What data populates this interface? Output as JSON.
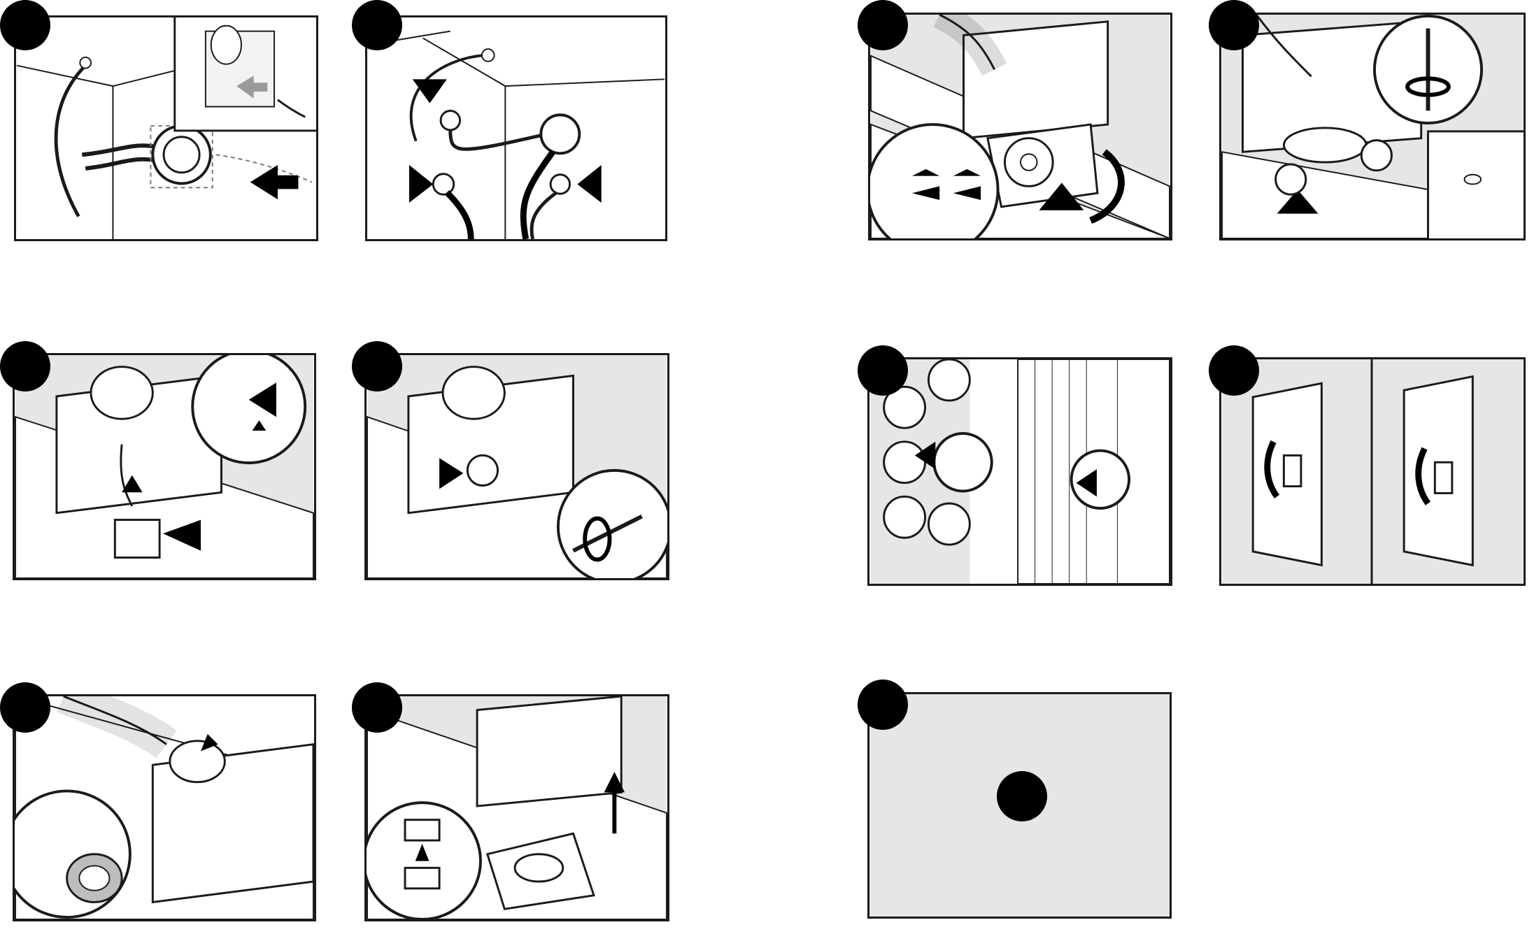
{
  "document": {
    "colors": {
      "line": "#1a1a1a",
      "shade": "#e6e6e6",
      "marker": "#000000"
    },
    "steps": [
      {
        "id": "1",
        "icon": "cable-into-housing-icon"
      },
      {
        "id": "2",
        "icon": "cable-connectors-icon"
      },
      {
        "id": "3",
        "icon": "housing-mount-between-joists-icon"
      },
      {
        "id": "4",
        "icon": "housing-screw-mount-icon"
      },
      {
        "id": "5",
        "icon": "junction-box-insert-icon"
      },
      {
        "id": "6",
        "icon": "junction-box-screw-icon"
      },
      {
        "id": "7",
        "icon": "breaker-on-icon"
      },
      {
        "id": "8",
        "icon": "wall-switch-toggle-icon"
      },
      {
        "id": "9",
        "icon": "duct-tape-connection-icon"
      },
      {
        "id": "10",
        "icon": "plug-motor-assembly-icon"
      },
      {
        "id": "11",
        "icon": "blank-step-icon"
      }
    ]
  }
}
